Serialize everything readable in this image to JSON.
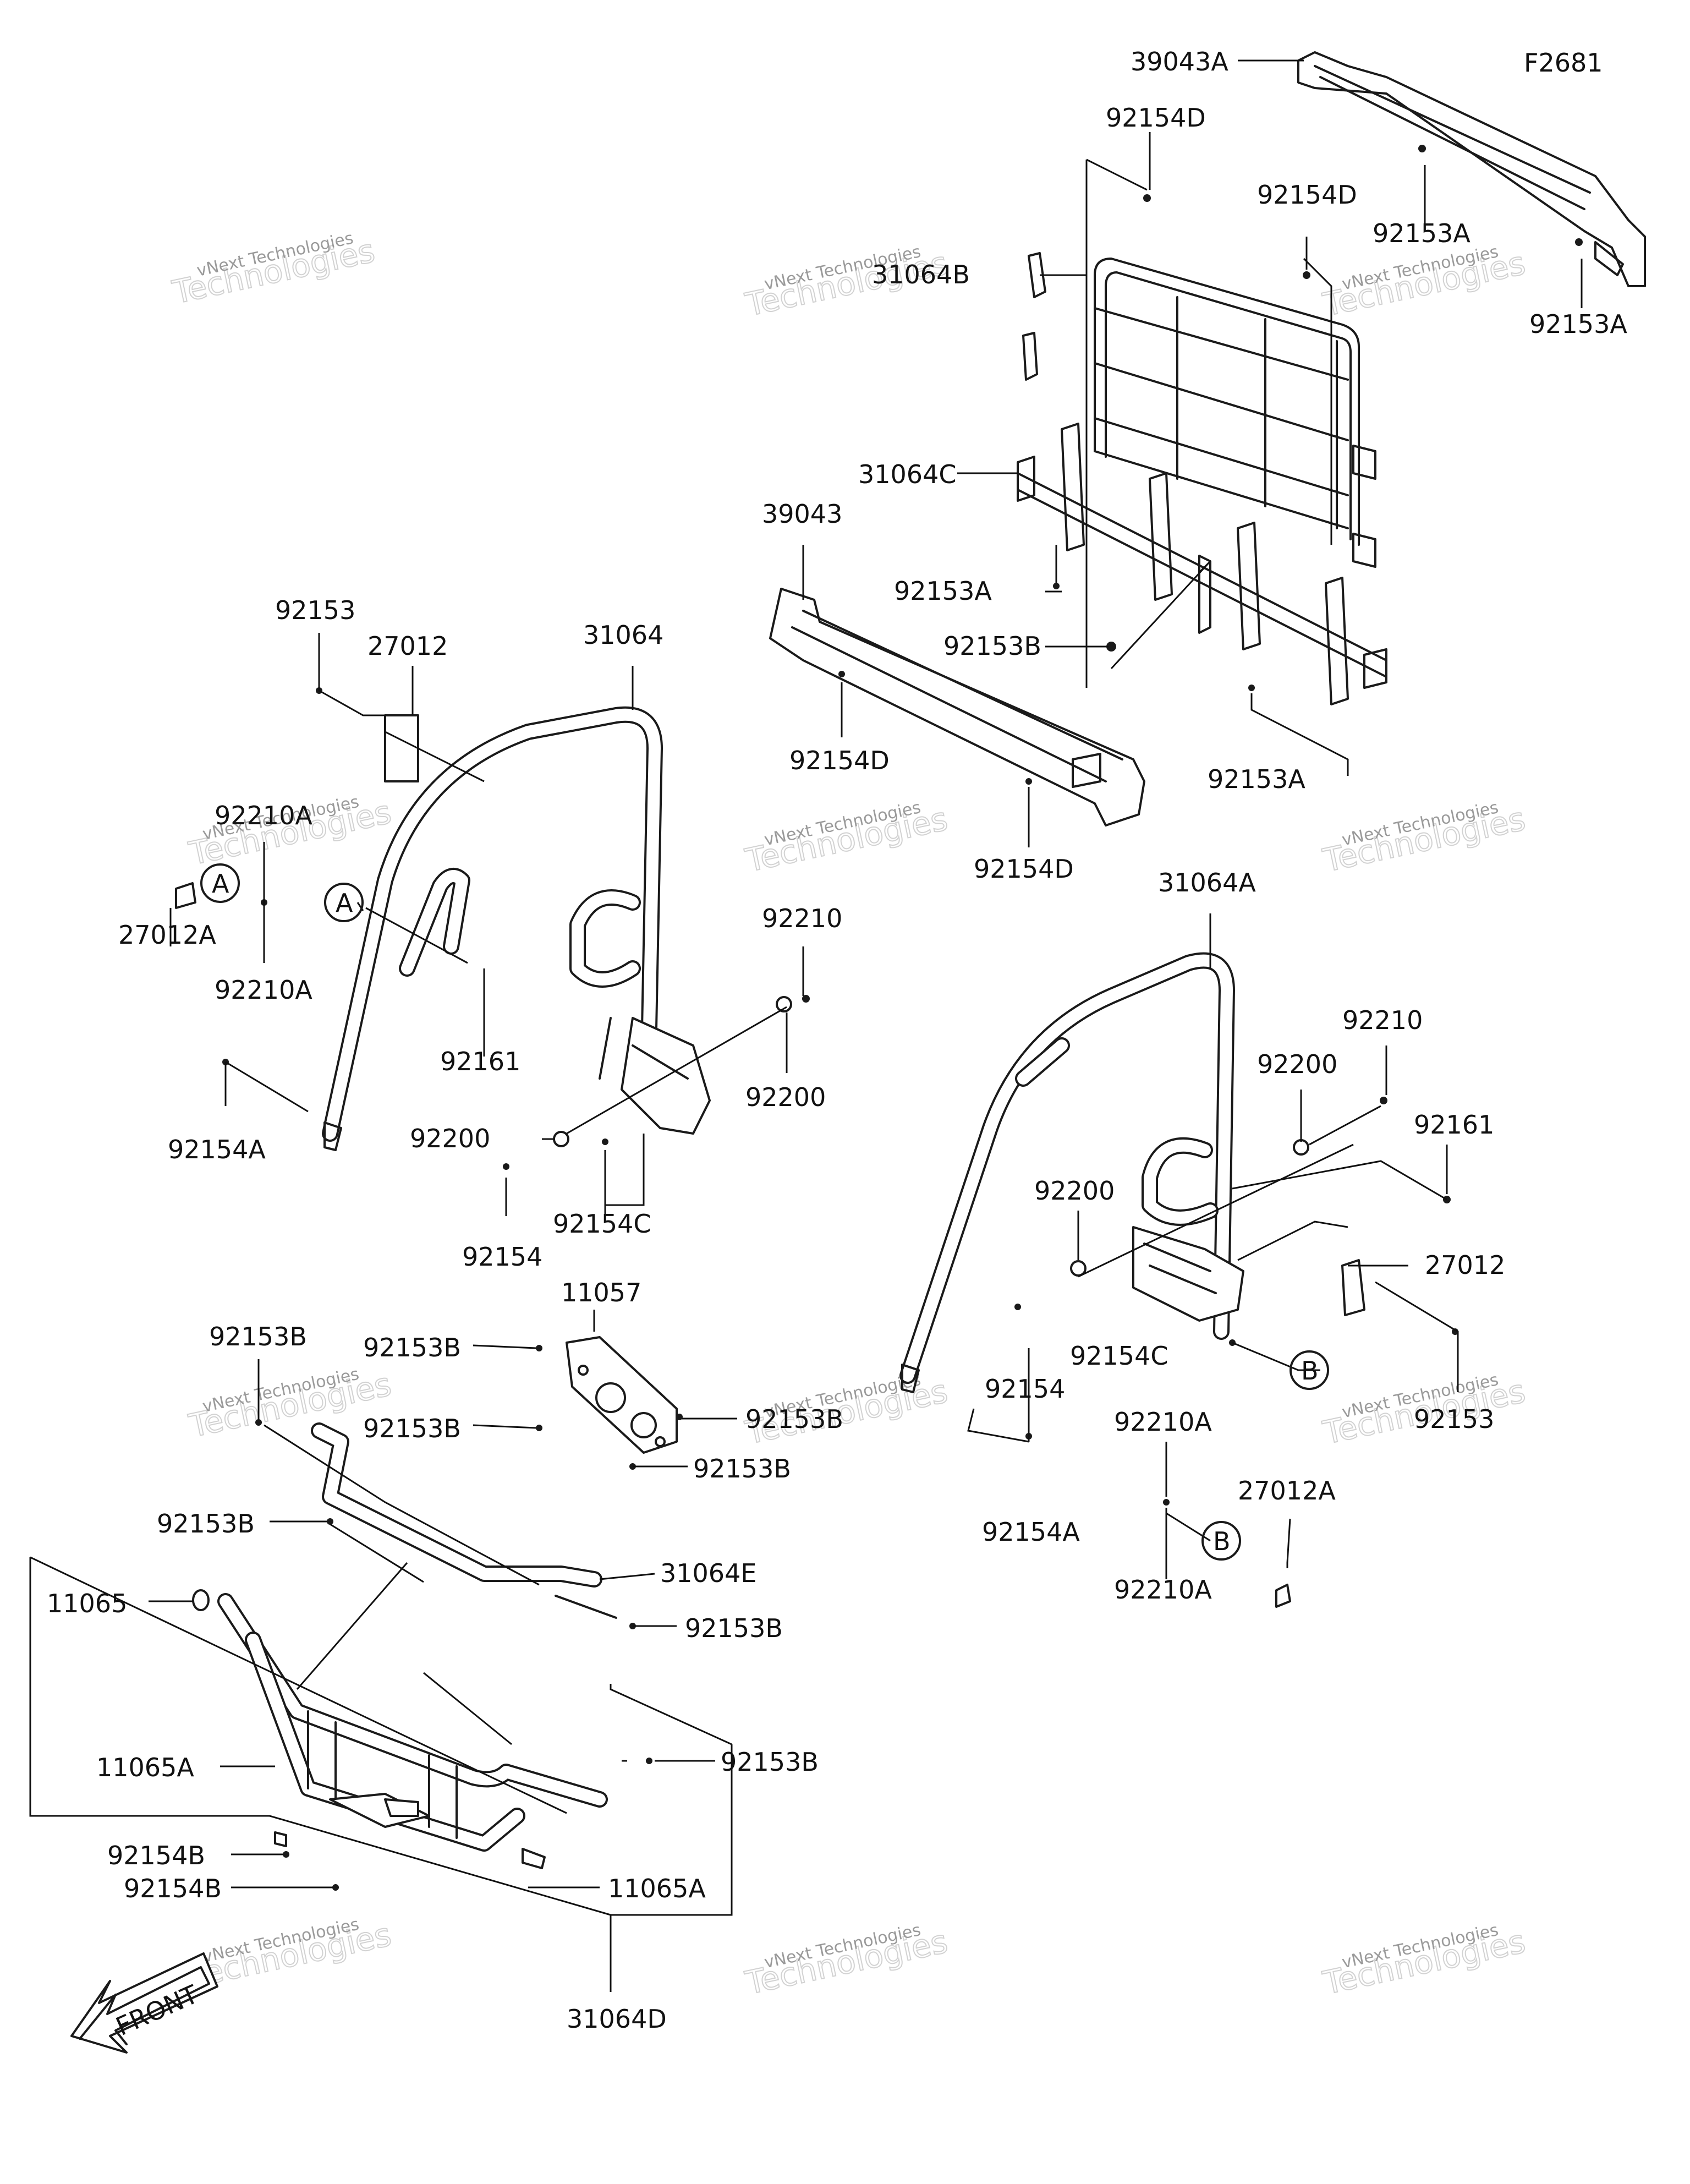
{
  "figure_code": "F2681",
  "watermark": {
    "line1": "vNext Technologies",
    "line2": "Technologies"
  },
  "callouts": {
    "A": "A",
    "B": "B"
  },
  "front_sign": "FRONT",
  "labels": {
    "l_39043A": "39043A",
    "l_92154D_1": "92154D",
    "l_92154D_2": "92154D",
    "l_92153A_1": "92153A",
    "l_92153A_2": "92153A",
    "l_31064B": "31064B",
    "l_31064C": "31064C",
    "l_39043": "39043",
    "l_92153A_3": "92153A",
    "l_92153B_top": "92153B",
    "l_92154D_3": "92154D",
    "l_92153A_4": "92153A",
    "l_92154D_4": "92154D",
    "l_92153_1": "92153",
    "l_27012_1": "27012",
    "l_31064": "31064",
    "l_92210A_1": "92210A",
    "l_27012A_1": "27012A",
    "l_92210A_2": "92210A",
    "l_92161_1": "92161",
    "l_92154A_1": "92154A",
    "l_92200_1": "92200",
    "l_92154_1": "92154",
    "l_92154C_1": "92154C",
    "l_92210_1": "92210",
    "l_92200_2": "92200",
    "l_31064A": "31064A",
    "l_92210_2": "92210",
    "l_92200_3": "92200",
    "l_92161_2": "92161",
    "l_92200_4": "92200",
    "l_27012_2": "27012",
    "l_92154_2": "92154",
    "l_92154C_2": "92154C",
    "l_92153_2": "92153",
    "l_92210A_3": "92210A",
    "l_27012A_2": "27012A",
    "l_92210A_4": "92210A",
    "l_92154A_2": "92154A",
    "l_11057": "11057",
    "l_92153B_1": "92153B",
    "l_92153B_2": "92153B",
    "l_92153B_3": "92153B",
    "l_92153B_4": "92153B",
    "l_92153B_5": "92153B",
    "l_92153B_6": "92153B",
    "l_31064E": "31064E",
    "l_92153B_7": "92153B",
    "l_11065": "11065",
    "l_92153B_8": "92153B",
    "l_11065A_1": "11065A",
    "l_92154B_1": "92154B",
    "l_92154B_2": "92154B",
    "l_11065A_2": "11065A",
    "l_31064D": "31064D"
  }
}
